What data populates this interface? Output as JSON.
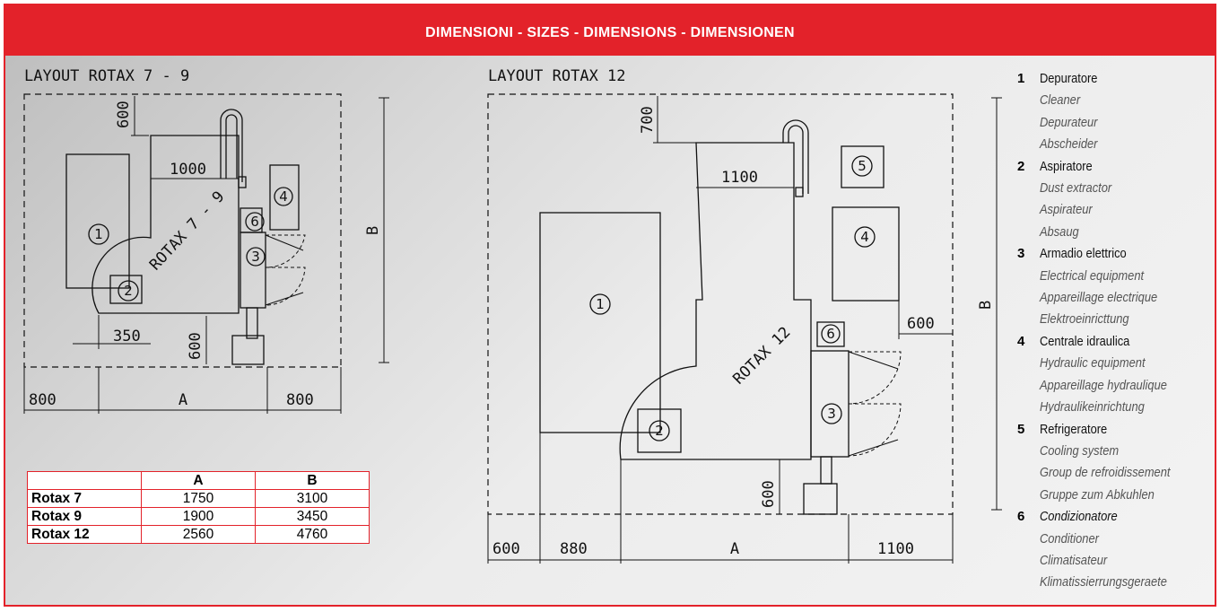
{
  "header": {
    "title": "DIMENSIONI - SIZES - DIMENSIONS - DIMENSIONEN"
  },
  "layouts": {
    "rotax79": {
      "title": "LAYOUT ROTAX 7 - 9",
      "machine_label": "ROTAX 7 - 9",
      "dims": {
        "top_gap": "600",
        "width_top": "1000",
        "corner_offset": "350",
        "bottom_gap": "600",
        "left_margin": "800",
        "width": "A",
        "right_margin": "800",
        "depth": "B"
      },
      "components": [
        "1",
        "2",
        "3",
        "4",
        "6"
      ]
    },
    "rotax12": {
      "title": "LAYOUT ROTAX 12",
      "machine_label": "ROTAX 12",
      "dims": {
        "top_gap": "700",
        "width_top": "1100",
        "side_gap": "600",
        "bottom_gap": "600",
        "left_margin": "600",
        "left_offset": "880",
        "width": "A",
        "right_margin": "1100",
        "depth": "B"
      },
      "components": [
        "1",
        "2",
        "3",
        "4",
        "5",
        "6"
      ]
    }
  },
  "sizes_table": {
    "headers": [
      "",
      "A",
      "B"
    ],
    "rows": [
      {
        "name": "Rotax 7",
        "a": "1750",
        "b": "3100"
      },
      {
        "name": "Rotax 9",
        "a": "1900",
        "b": "3450"
      },
      {
        "name": "Rotax 12",
        "a": "2560",
        "b": "4760"
      }
    ]
  },
  "legend": [
    {
      "num": "1",
      "name": "Depuratore",
      "translations": [
        "Cleaner",
        "Depurateur",
        "Abscheider"
      ]
    },
    {
      "num": "2",
      "name": "Aspiratore",
      "translations": [
        "Dust extractor",
        "Aspirateur",
        "Absaug"
      ]
    },
    {
      "num": "3",
      "name": "Armadio elettrico",
      "translations": [
        "Electrical equipment",
        "Appareillage electrique",
        "Elektroeinricttung"
      ]
    },
    {
      "num": "4",
      "name": "Centrale idraulica",
      "translations": [
        "Hydraulic equipment",
        "Appareillage hydraulique",
        "Hydraulikeinrichtung"
      ]
    },
    {
      "num": "5",
      "name": "Refrigeratore",
      "translations": [
        "Cooling system",
        "Group de refroidissement",
        "Gruppe zum Abkuhlen"
      ]
    },
    {
      "num": "6",
      "name": "Condizionatore",
      "translations": [
        "Conditioner",
        "Climatisateur",
        "Klimatissierrungsgeraete"
      ]
    }
  ],
  "colors": {
    "accent": "#e3222a",
    "line": "#111111"
  }
}
